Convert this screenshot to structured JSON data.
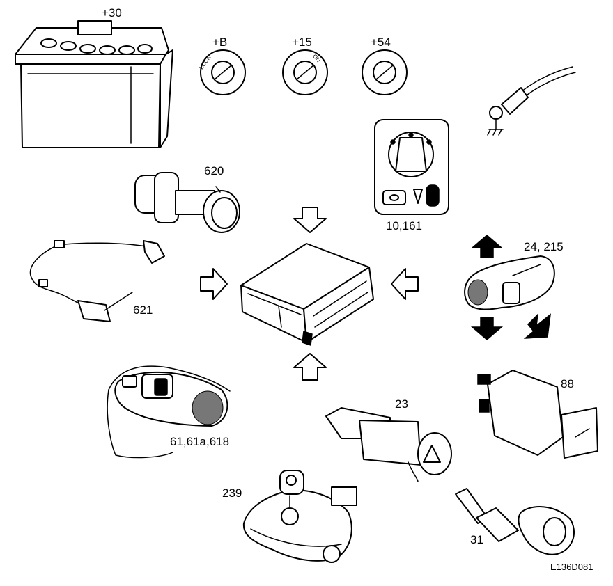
{
  "labels": {
    "battery": "+30",
    "ign_b": "+B",
    "ign_15": "+15",
    "ign_54": "+54",
    "lock_text": "LOCK",
    "on_text": "ON",
    "light_switch": "10,161",
    "bulb_holder": "620",
    "sensor_cable": "621",
    "stalk_right": "24, 215",
    "stalk_left": "61,61a,618",
    "fog_switch": "88",
    "hazard_switch": "23",
    "wiper_motor": "239",
    "temp_sender": "31",
    "figure_code": "E136D081"
  },
  "colors": {
    "line": "#000000",
    "background": "#ffffff"
  }
}
